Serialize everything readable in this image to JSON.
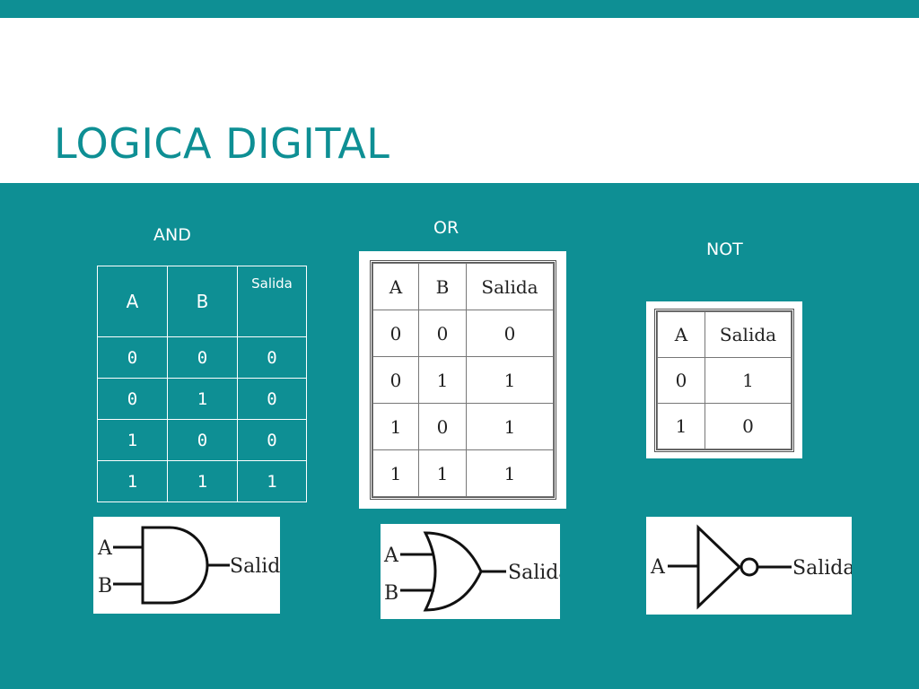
{
  "title": "LOGICA DIGITAL",
  "labels": {
    "and": "AND",
    "or": "OR",
    "not": "NOT"
  },
  "and_table": {
    "headers": [
      "A",
      "B",
      "Salida"
    ],
    "rows": [
      [
        "0",
        "0",
        "0"
      ],
      [
        "0",
        "1",
        "0"
      ],
      [
        "1",
        "0",
        "0"
      ],
      [
        "1",
        "1",
        "1"
      ]
    ]
  },
  "or_table": {
    "headers": [
      "A",
      "B",
      "Salida"
    ],
    "rows": [
      [
        "0",
        "0",
        "0"
      ],
      [
        "0",
        "1",
        "1"
      ],
      [
        "1",
        "0",
        "1"
      ],
      [
        "1",
        "1",
        "1"
      ]
    ]
  },
  "not_table": {
    "headers": [
      "A",
      "Salida"
    ],
    "rows": [
      [
        "0",
        "1"
      ],
      [
        "1",
        "0"
      ]
    ]
  },
  "gates": {
    "and": {
      "input_a": "A",
      "input_b": "B",
      "output": "Salida"
    },
    "or": {
      "input_a": "A",
      "input_b": "B",
      "output": "Salida"
    },
    "not": {
      "input_a": "A",
      "output": "Salida"
    }
  },
  "colors": {
    "teal": "#0e8f94",
    "white": "#ffffff"
  }
}
